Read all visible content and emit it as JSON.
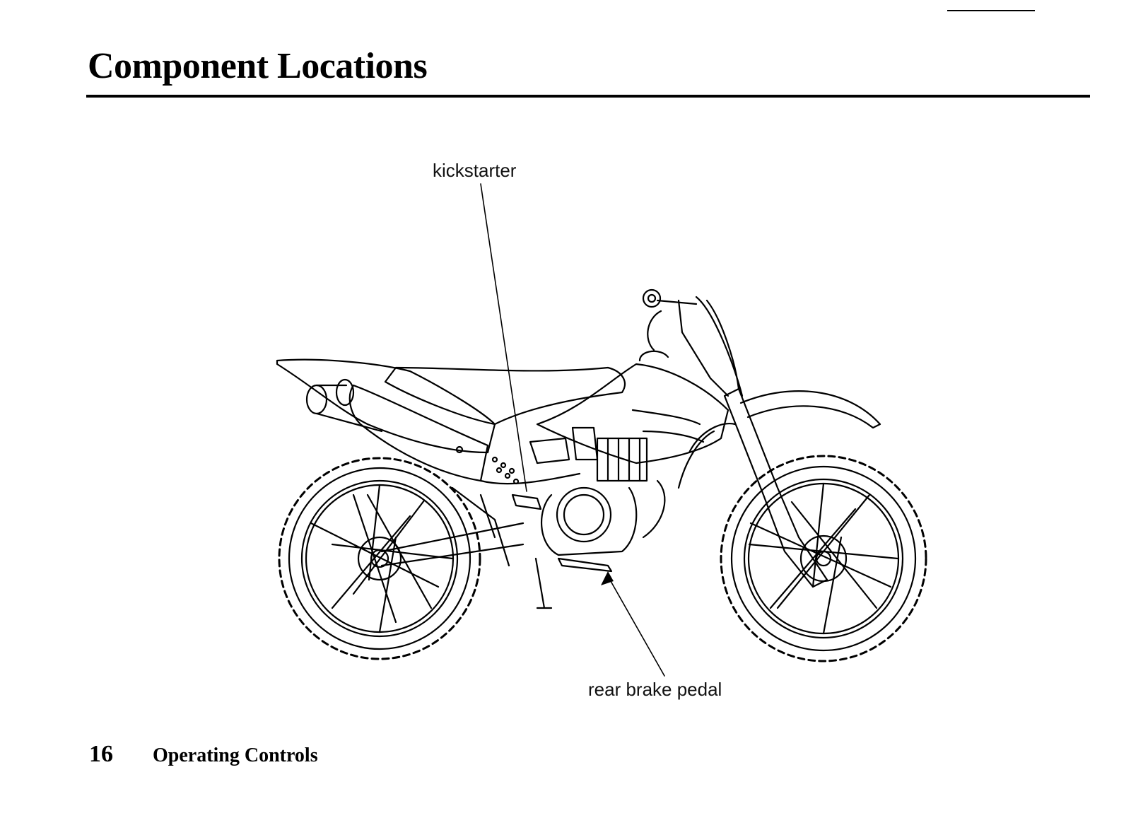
{
  "header": {
    "title": "Component Locations"
  },
  "diagram": {
    "subject": "motorcycle-line-drawing",
    "callouts": [
      {
        "id": "kickstarter",
        "label": "kickstarter"
      },
      {
        "id": "rear-brake-pedal",
        "label": "rear brake pedal"
      }
    ]
  },
  "footer": {
    "page_number": "16",
    "section": "Operating Controls"
  },
  "colors": {
    "ink": "#000000",
    "paper": "#ffffff"
  }
}
